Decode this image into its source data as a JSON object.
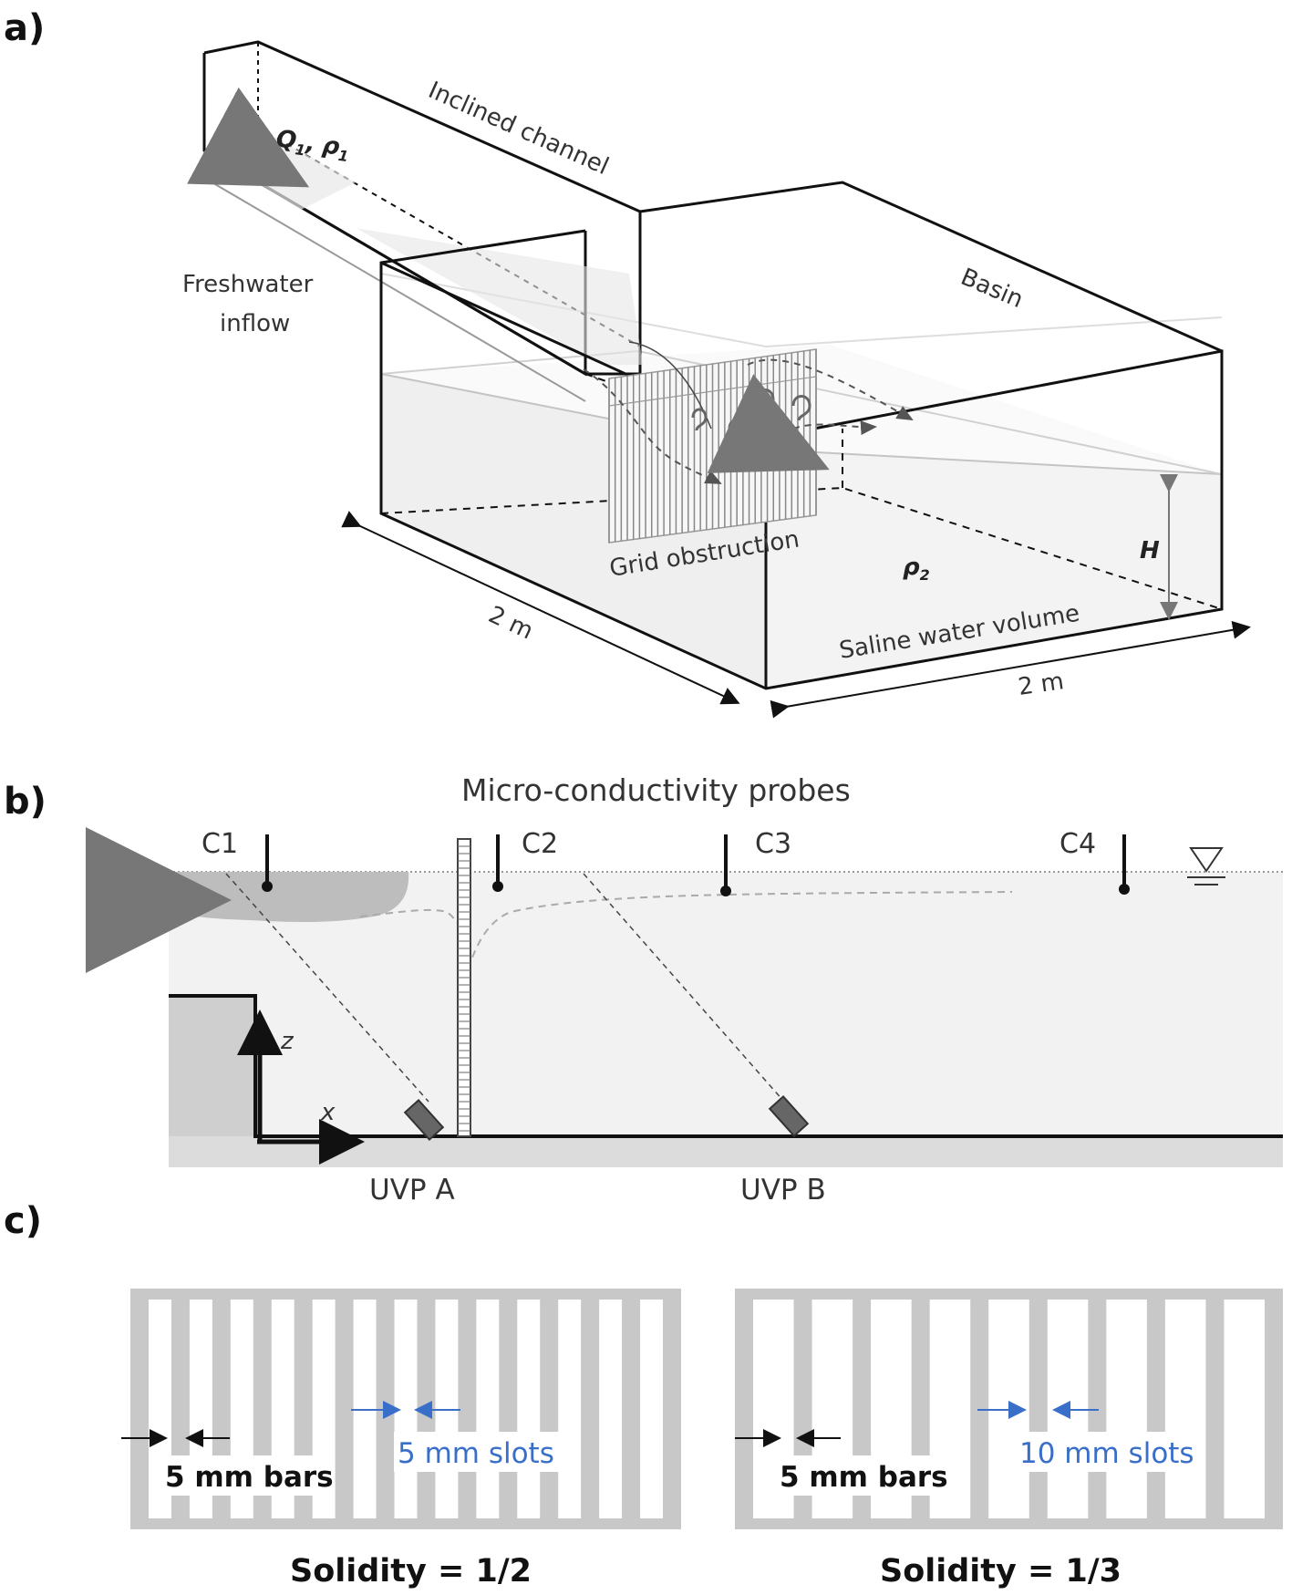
{
  "panels": {
    "a": "a)",
    "b": "b)",
    "c": "c)"
  },
  "panel_a": {
    "channel_label": "Inclined channel",
    "inflow_q": "Q",
    "inflow_q_sub": "1",
    "inflow_sep": ",",
    "inflow_rho": "ρ",
    "inflow_rho_sub": "1",
    "freshwater_line1": "Freshwater",
    "freshwater_line2": "inflow",
    "basin_label": "Basin",
    "grid_label": "Grid obstruction",
    "depth_label": "H",
    "rho2": "ρ",
    "rho2_sub": "2",
    "saline_label": "Saline water volume",
    "dim_left": "2 m",
    "dim_right": "2 m"
  },
  "panel_b": {
    "title": "Micro-conductivity probes",
    "probes": [
      "C1",
      "C2",
      "C3",
      "C4"
    ],
    "uvp_a": "UVP A",
    "uvp_b": "UVP B",
    "axis_z": "z",
    "axis_x": "x"
  },
  "panel_c": {
    "left": {
      "bars_label": "5 mm bars",
      "slots_label": "5 mm slots",
      "solidity": "Solidity = 1/2",
      "bar_count": 14
    },
    "right": {
      "bars_label": "5 mm bars",
      "slots_label": "10 mm slots",
      "solidity": "Solidity = 1/3",
      "bar_count": 10
    }
  },
  "colors": {
    "water": "#f2f2f2",
    "grid_bar": "#c8c8c8",
    "freshwater_plume": "#bdbdbd",
    "dimension_arrow": "#3a6fc9"
  }
}
